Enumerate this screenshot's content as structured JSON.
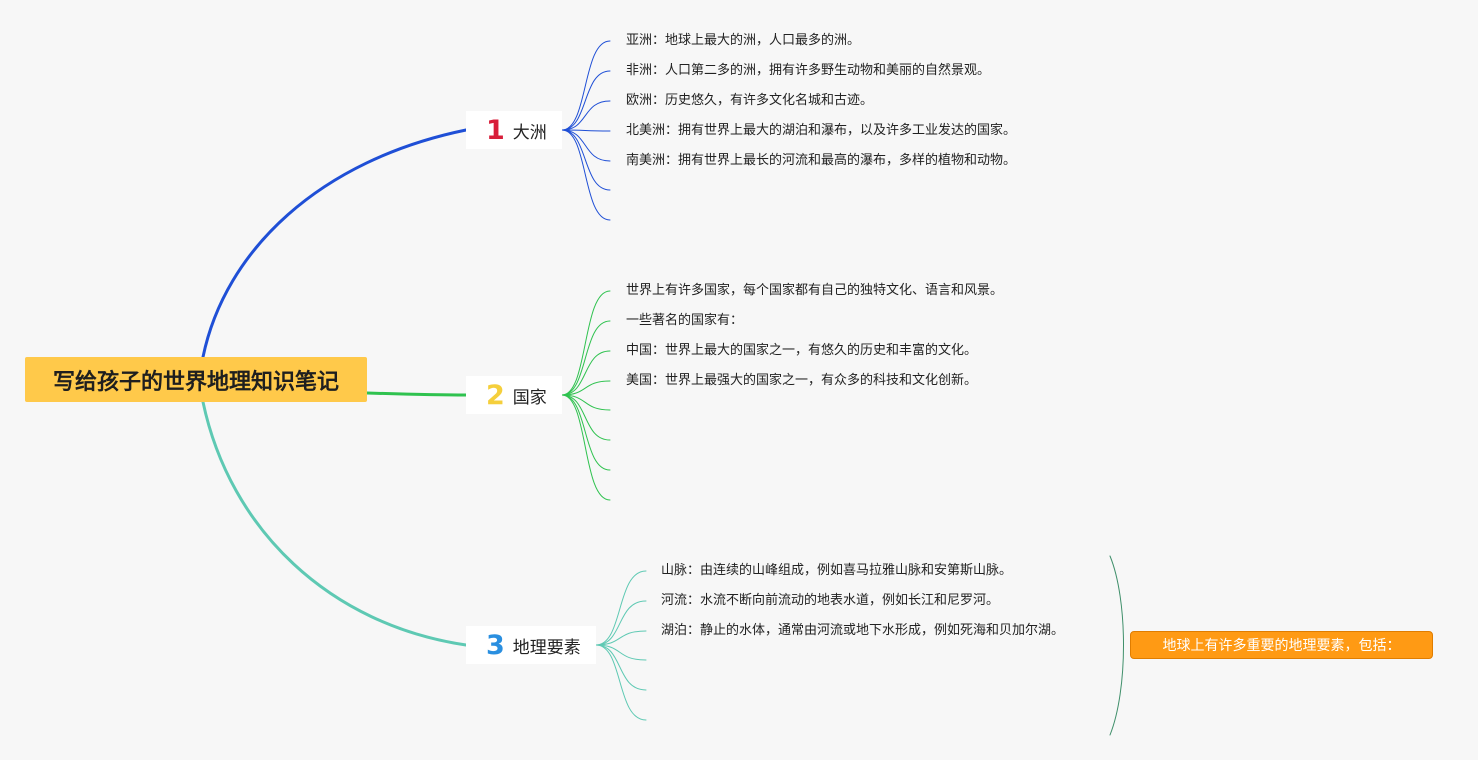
{
  "root": {
    "title": "写给孩子的世界地理知识笔记",
    "color": "#ffc94a"
  },
  "branches": [
    {
      "number": "1",
      "label": "大洲",
      "number_color": "#d81e3a",
      "line_color": "#1f4fd6",
      "leaves": [
        "亚洲：地球上最大的洲，人口最多的洲。",
        "非洲：人口第二多的洲，拥有许多野生动物和美丽的自然景观。",
        "欧洲：历史悠久，有许多文化名城和古迹。",
        "北美洲：拥有世界上最大的湖泊和瀑布，以及许多工业发达的国家。",
        "南美洲：拥有世界上最长的河流和最高的瀑布，多样的植物和动物。",
        "",
        ""
      ]
    },
    {
      "number": "2",
      "label": "国家",
      "number_color": "#f5cf3c",
      "line_color": "#2fc24f",
      "leaves": [
        "世界上有许多国家，每个国家都有自己的独特文化、语言和风景。",
        "一些著名的国家有：",
        "中国：世界上最大的国家之一，有悠久的历史和丰富的文化。",
        "美国：世界上最强大的国家之一，有众多的科技和文化创新。",
        "",
        "",
        "",
        ""
      ]
    },
    {
      "number": "3",
      "label": "地理要素",
      "number_color": "#2a8fe0",
      "line_color": "#5ec9b3",
      "leaves": [
        "山脉：由连续的山峰组成，例如喜马拉雅山脉和安第斯山脉。",
        "河流：水流不断向前流动的地表水道，例如长江和尼罗河。",
        "湖泊：静止的水体，通常由河流或地下水形成，例如死海和贝加尔湖。",
        "",
        "",
        ""
      ]
    }
  ],
  "summary": {
    "text": "地球上有许多重要的地理要素，包括：",
    "color": "#ff9a14"
  }
}
